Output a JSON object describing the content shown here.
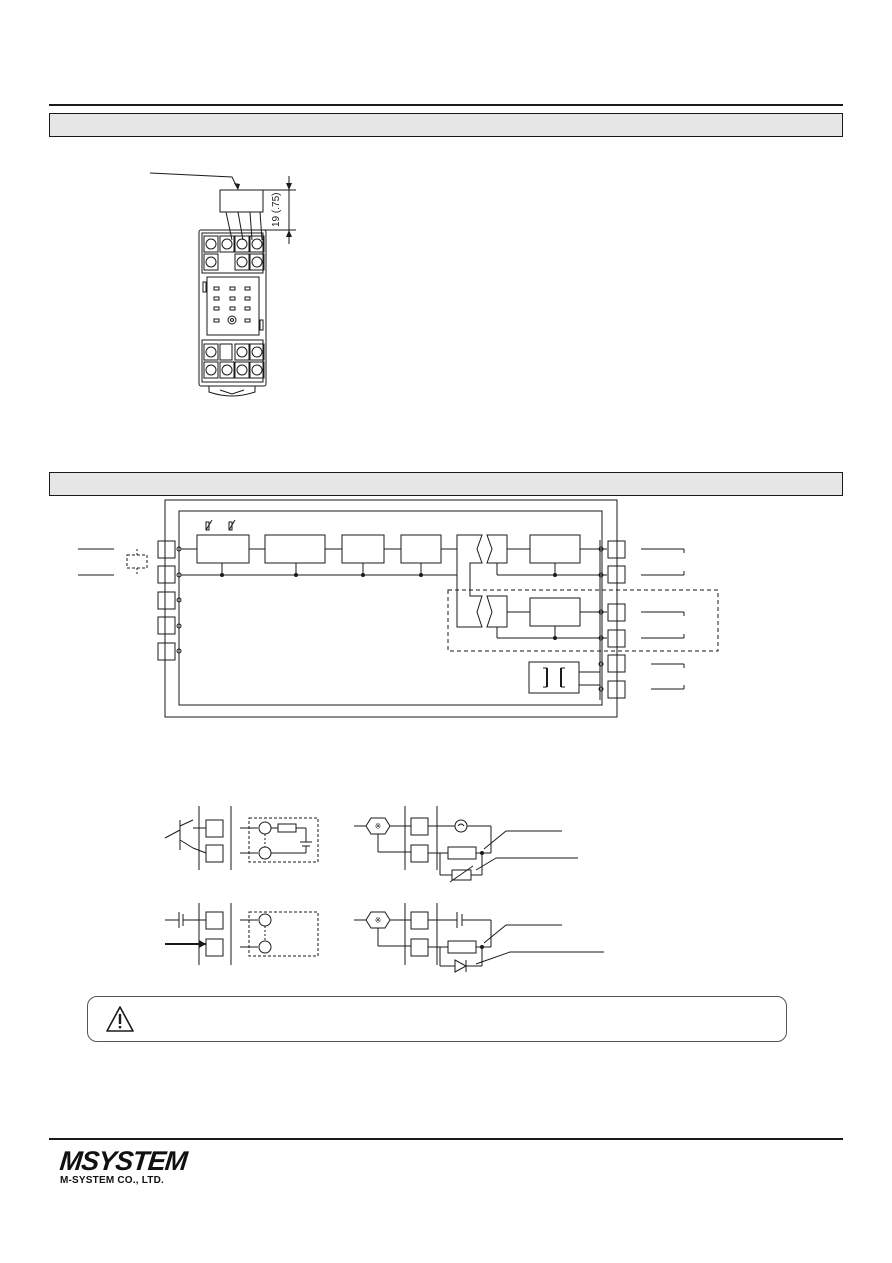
{
  "sections": [
    {
      "id": "mounting"
    },
    {
      "id": "block-diagram"
    }
  ],
  "mounting_drawing": {
    "dimension_text": "19 (.75)"
  },
  "caution_box": {
    "icon": "warning-triangle-icon"
  },
  "footer": {
    "logo_text": "MSYSTEM",
    "company_name": "M-SYSTEM CO., LTD."
  }
}
